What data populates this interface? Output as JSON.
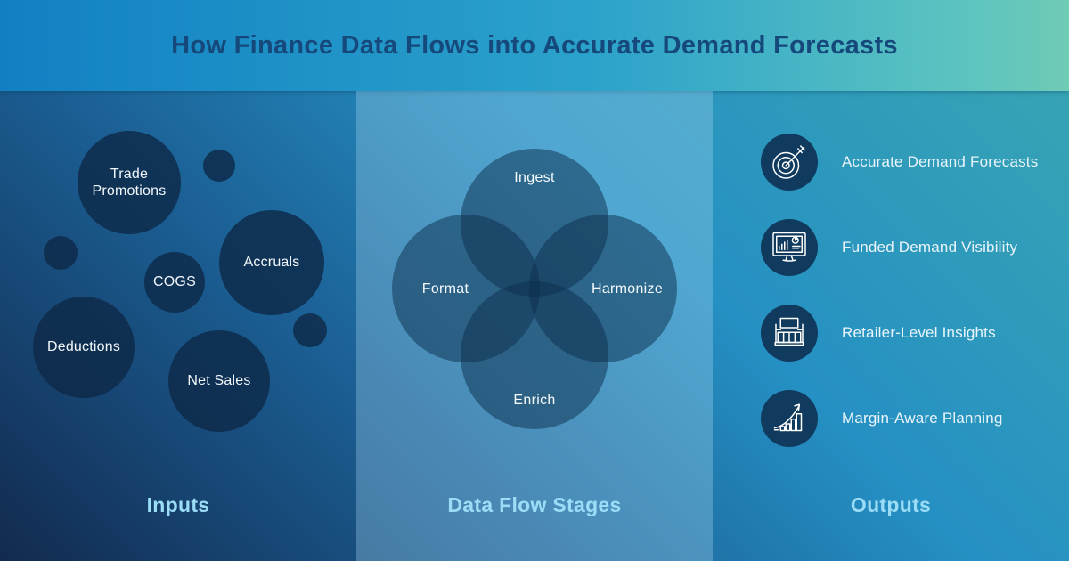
{
  "header": {
    "title": "How Finance Data Flows into Accurate Demand Forecasts"
  },
  "inputs": {
    "caption": "Inputs",
    "bubbles": [
      {
        "label": "Trade Promotions"
      },
      {
        "label": "Accruals"
      },
      {
        "label": "COGS"
      },
      {
        "label": "Deductions"
      },
      {
        "label": "Net Sales"
      }
    ]
  },
  "stages": {
    "caption": "Data Flow Stages",
    "circles": [
      {
        "label": "Ingest"
      },
      {
        "label": "Format"
      },
      {
        "label": "Harmonize"
      },
      {
        "label": "Enrich"
      }
    ]
  },
  "outputs": {
    "caption": "Outputs",
    "items": [
      {
        "icon": "target-arrow-icon",
        "label": "Accurate Demand Forecasts"
      },
      {
        "icon": "monitor-analytics-icon",
        "label": "Funded Demand Visibility"
      },
      {
        "icon": "storefront-icon",
        "label": "Retailer-Level Insights"
      },
      {
        "icon": "growth-chart-icon",
        "label": "Margin-Aware Planning"
      }
    ]
  },
  "colors": {
    "title_text": "#16497B",
    "caption_text": "#9BDCF7",
    "bubble_fill": "rgba(13,42,72,0.82)",
    "venn_fill": "rgba(12,45,75,0.5)",
    "icon_badge_fill": "#103A5E",
    "icon_stroke": "#FFFFFF",
    "header_gradient_left": "#1180C3",
    "header_gradient_right": "#6FCBB4",
    "body_gradient_topright": "#3AA7B2",
    "body_gradient_bottomleft": "#122A4F",
    "stages_panel_overlay": "rgba(171,219,243,0.32)"
  }
}
